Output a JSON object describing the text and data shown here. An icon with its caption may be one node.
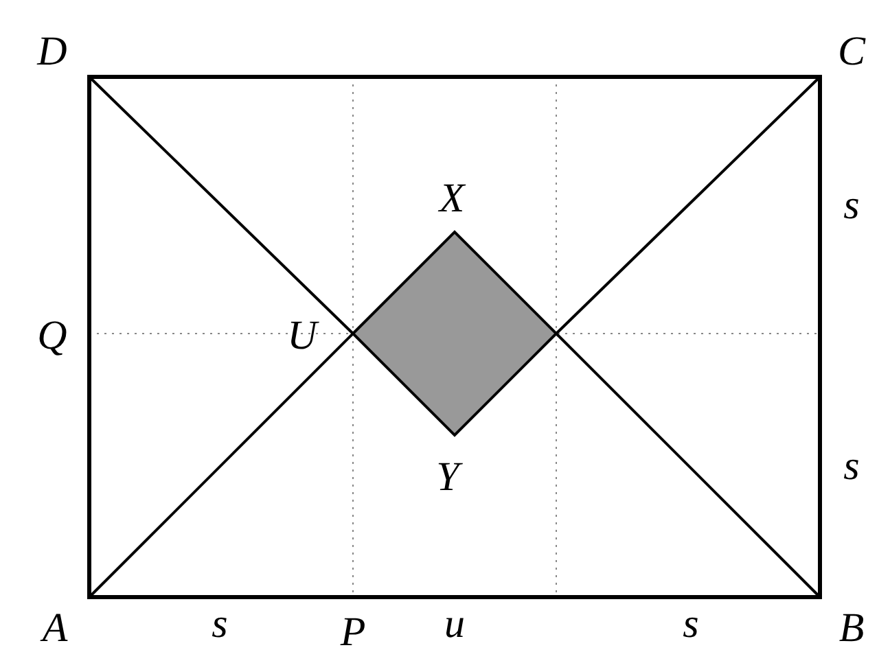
{
  "diagram": {
    "labels": [
      "D",
      "C",
      "X",
      "s",
      "Q",
      "U",
      "s",
      "Y",
      "A",
      "s",
      "P",
      "u",
      "s",
      "B"
    ]
  }
}
